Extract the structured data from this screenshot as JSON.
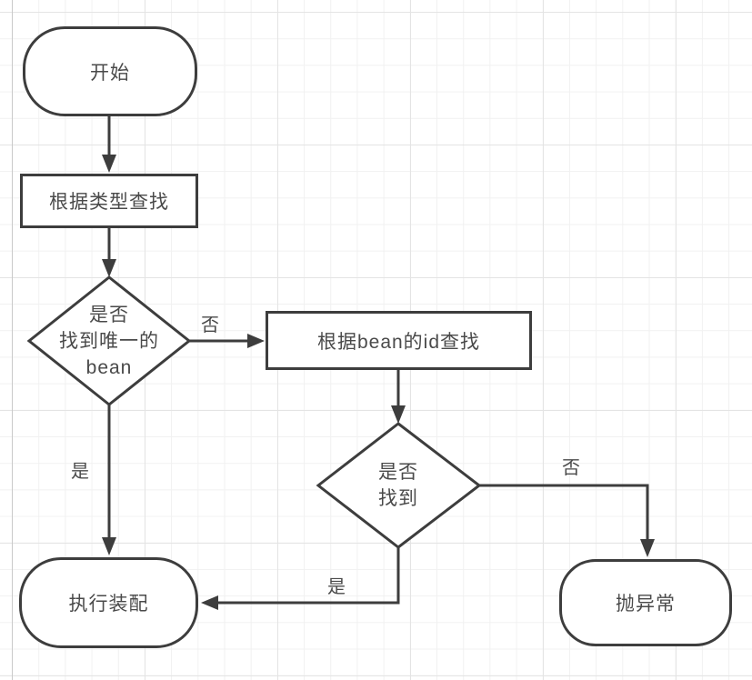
{
  "diagram": {
    "type": "flowchart",
    "colors": {
      "shape_stroke": "#3d3d3d",
      "shape_fill": "#ffffff",
      "text": "#4a4a4a",
      "grid_minor": "#f1f1f1",
      "grid_major": "#e4e4e4",
      "background": "#ffffff"
    },
    "nodes": {
      "start": {
        "shape": "rounded",
        "label": "开始"
      },
      "find_by_type": {
        "shape": "rect",
        "label": "根据类型查找"
      },
      "unique_bean_decision": {
        "shape": "diamond",
        "label": "是否找到唯一的bean",
        "label_lines": [
          "是否",
          "找到唯一的",
          "bean"
        ]
      },
      "find_by_id": {
        "shape": "rect",
        "label": "根据bean的id查找"
      },
      "found_decision": {
        "shape": "diamond",
        "label": "是否找到",
        "label_lines": [
          "是否",
          "找到"
        ]
      },
      "execute_assembly": {
        "shape": "rounded",
        "label": "执行装配"
      },
      "throw_exception": {
        "shape": "rounded",
        "label": "抛异常"
      }
    },
    "edges": [
      {
        "from": "start",
        "to": "find_by_type",
        "label": ""
      },
      {
        "from": "find_by_type",
        "to": "unique_bean_decision",
        "label": ""
      },
      {
        "from": "unique_bean_decision",
        "to": "find_by_id",
        "label": "否"
      },
      {
        "from": "unique_bean_decision",
        "to": "execute_assembly",
        "label": "是"
      },
      {
        "from": "find_by_id",
        "to": "found_decision",
        "label": ""
      },
      {
        "from": "found_decision",
        "to": "throw_exception",
        "label": "否"
      },
      {
        "from": "found_decision",
        "to": "execute_assembly",
        "label": "是"
      }
    ]
  }
}
